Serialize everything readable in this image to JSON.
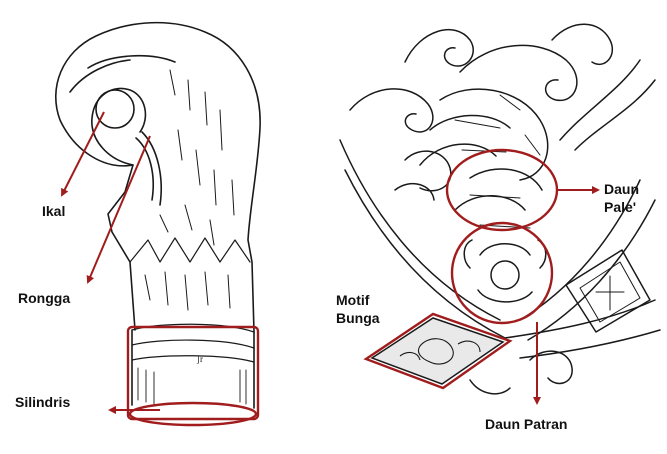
{
  "colors": {
    "ink": "#1a1a1a",
    "annotation": "#a11d1d",
    "background": "#ffffff",
    "pattern_fill": "#e9e9e9"
  },
  "left_figure": {
    "labels": {
      "ikal": "Ikal",
      "rongga": "Rongga",
      "silindris": "Silindris"
    }
  },
  "right_figure": {
    "labels": {
      "daun_pale_line1": "Daun",
      "daun_pale_line2": "Pale'",
      "motif_bunga_line1": "Motif",
      "motif_bunga_line2": "Bunga",
      "daun_patran": "Daun Patran"
    }
  }
}
